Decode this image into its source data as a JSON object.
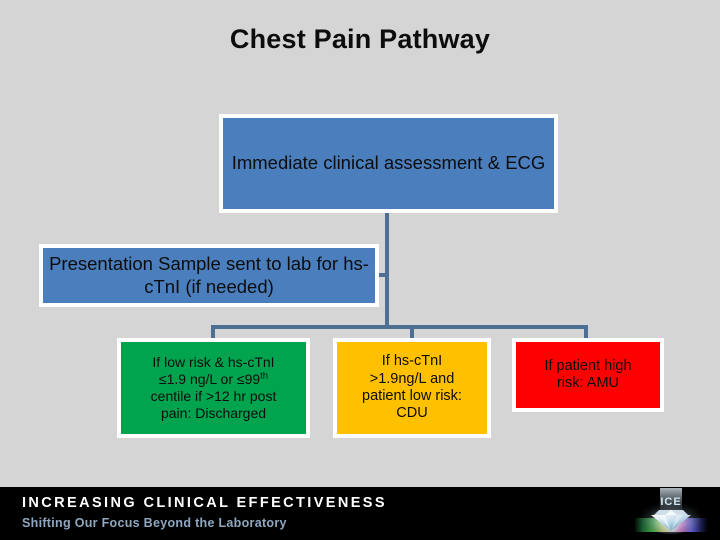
{
  "slide": {
    "title": "Chest Pain Pathway",
    "background_color": "#d5d5d5"
  },
  "flowchart": {
    "nodes": [
      {
        "id": "immediate",
        "label": "Immediate clinical assessment & ECG",
        "color": "#4a7ebc",
        "text_color": "#0d0d0d",
        "role": "process"
      },
      {
        "id": "presentation",
        "label": "Presentation Sample sent to lab for hs-cTnI (if needed)",
        "color": "#4a7ebc",
        "text_color": "#0d0d0d",
        "role": "process"
      },
      {
        "id": "low-risk",
        "label_line_1": "If low risk & hs-cTnI",
        "label_line_2_pre": "≤1.9 ng/L or ≤99",
        "label_line_2_sup": "th",
        "label_line_3": "centile if >12 hr post",
        "label_line_4": "pain: Discharged",
        "full_text": "If low risk & hs-cTnI ≤1.9 ng/L or ≤99th centile if >12 hr post pain: Discharged",
        "color": "#00a44f",
        "text_color": "#0d0d0d",
        "role": "outcome-discharge"
      },
      {
        "id": "cdu",
        "label_line_1": "If hs-cTnI",
        "label_line_2": ">1.9ng/L and",
        "label_line_3": "patient low risk:",
        "label_line_4": "CDU",
        "full_text": "If hs-cTnI >1.9ng/L and patient low risk: CDU",
        "color": "#ffc000",
        "text_color": "#0d0d0d",
        "role": "outcome-observation"
      },
      {
        "id": "amu",
        "label_line_1": "If patient high",
        "label_line_2": "risk: AMU",
        "full_text": "If patient high risk: AMU",
        "color": "#ff0000",
        "text_color": "#0d0d0d",
        "role": "outcome-admit"
      }
    ],
    "connector_color": "#4d6f93",
    "node_border_color": "#ffffff"
  },
  "footer": {
    "headline": "INCREASING CLINICAL EFFECTIVENESS",
    "tagline": "Shifting Our Focus Beyond the Laboratory",
    "background_color": "#000000",
    "headline_color": "#ffffff",
    "tagline_color": "#8fa8c0",
    "logo": {
      "name": "ice-diamond-logo",
      "text": "ICE"
    }
  }
}
